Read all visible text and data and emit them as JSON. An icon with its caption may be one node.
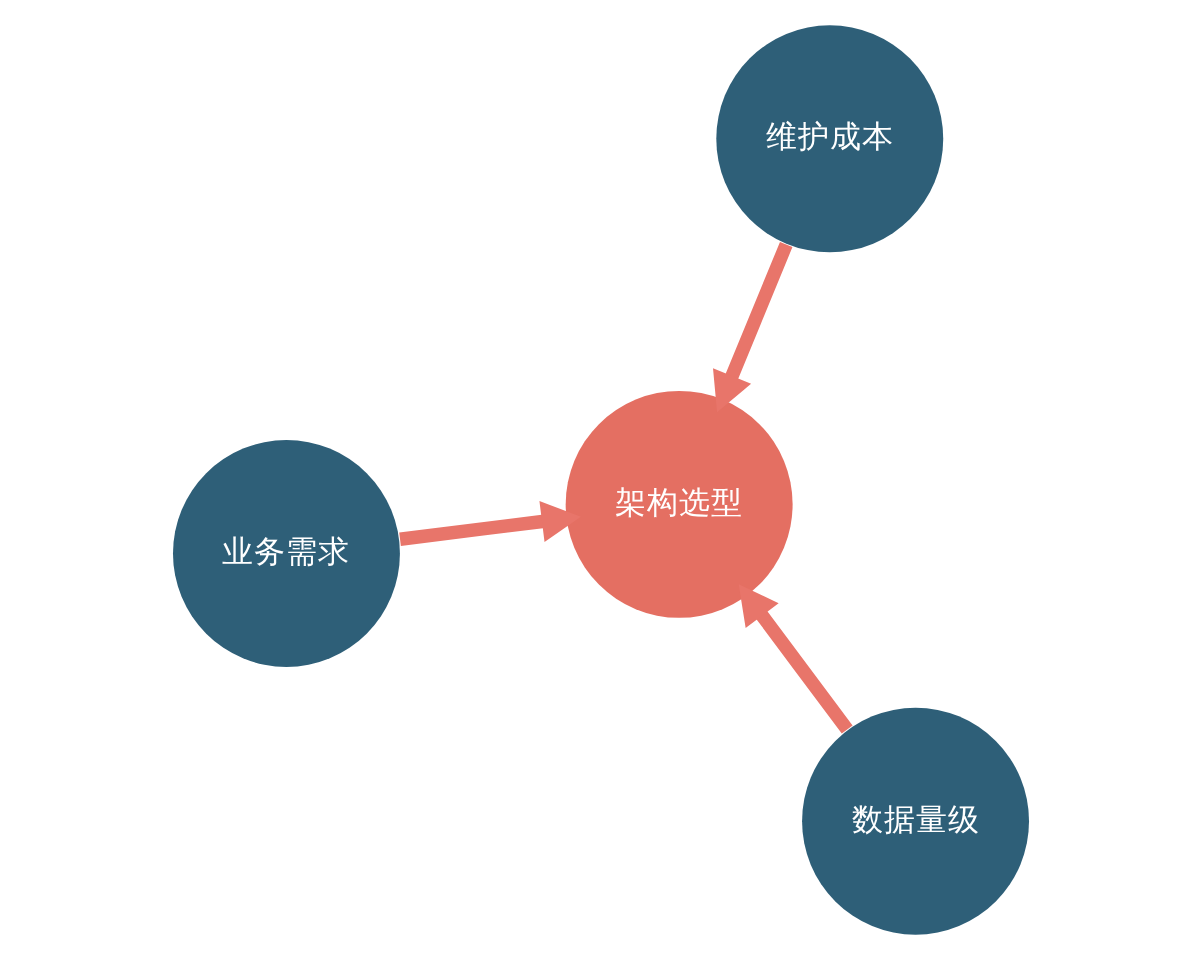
{
  "diagram": {
    "nodes": [
      {
        "text": [
          "业务需求"
        ]
      },
      {
        "text": [
          "架构选型"
        ]
      },
      {
        "text": [
          "数据量级"
        ]
      },
      {
        "text": [
          "维护成本"
        ]
      }
    ],
    "edges": [
      {
        "from": 0,
        "to": 1,
        "arrow": "to"
      },
      {
        "from": 2,
        "to": 1,
        "arrow": "to"
      },
      {
        "from": 3,
        "to": 1,
        "arrow": "to"
      }
    ]
  }
}
